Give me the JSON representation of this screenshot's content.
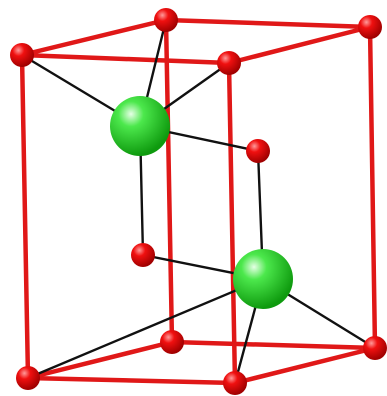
{
  "colors": {
    "cell_edge": "#e01818",
    "bond": "#111111",
    "small_atom": "#e00000",
    "large_atom": "#1fd01f"
  },
  "structure": {
    "cell_edges": [
      [
        "a1",
        "a2"
      ],
      [
        "a2",
        "a3"
      ],
      [
        "a3",
        "a4"
      ],
      [
        "a4",
        "a1"
      ],
      [
        "b1",
        "b2"
      ],
      [
        "b2",
        "b3"
      ],
      [
        "b3",
        "b4"
      ],
      [
        "b4",
        "b1"
      ],
      [
        "a1",
        "b1"
      ],
      [
        "a2",
        "b2"
      ],
      [
        "a3",
        "b3"
      ],
      [
        "a4",
        "b4"
      ]
    ],
    "bonds": [
      [
        "g1",
        "a1"
      ],
      [
        "g1",
        "a2"
      ],
      [
        "g1",
        "a4"
      ],
      [
        "g1",
        "s1"
      ],
      [
        "g1",
        "s2"
      ],
      [
        "g2",
        "s1"
      ],
      [
        "g2",
        "s2"
      ],
      [
        "g2",
        "b1"
      ],
      [
        "g2",
        "b3"
      ],
      [
        "g2",
        "b4"
      ]
    ],
    "small_atoms": [
      "a1",
      "a2",
      "a3",
      "a4",
      "b1",
      "b2",
      "b3",
      "b4",
      "s1",
      "s2"
    ],
    "large_atoms": [
      "g1",
      "g2"
    ]
  }
}
